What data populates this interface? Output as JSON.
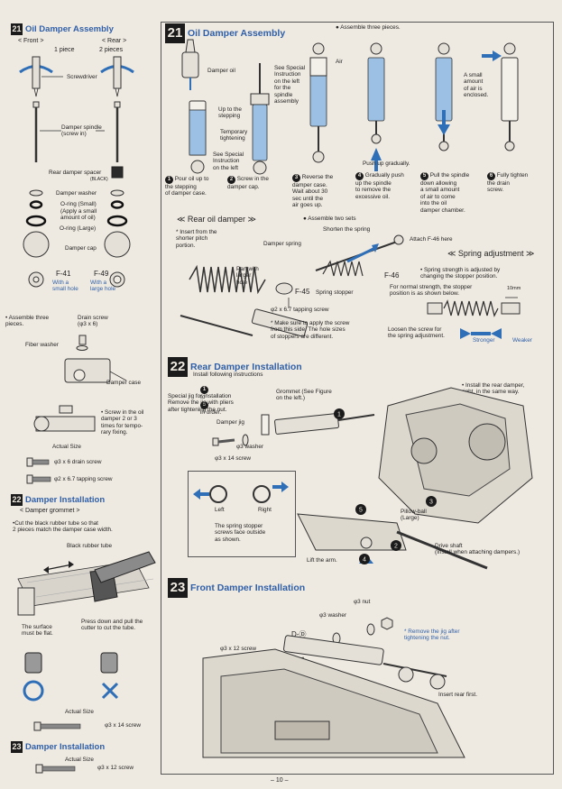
{
  "page_number": "– 10 –",
  "s21a": {
    "num": "21",
    "title": "Oil Damper Assembly",
    "front_label": "< Front >",
    "rear_label": "< Rear >",
    "front_count": "1 piece",
    "rear_count": "2 pieces",
    "screwdriver": "Screwdriver",
    "spindle": "Damper spindle\n(screw in)",
    "spacer": "Rear damper spacer",
    "spacer_note": "(BLACK)",
    "washer": "Damper washer",
    "oring_small": "O-ring (Small)",
    "apply_oil": "(Apply a small\namount of oil)",
    "oring_large": "O-ring (Large)",
    "cap": "Damper cap",
    "f41": "F-41",
    "f41_note": "With a\nsmall hole",
    "f49": "F-49",
    "f49_note": "With a\nlarge hole",
    "assemble_three": "• Assemble three\n  pieces.",
    "drain_screw": "Drain screw\n(φ3 x 6)",
    "fiber_washer": "Fiber washer",
    "damper_case": "Damper case",
    "screw_note": "• Screw in the oil\n  damper 2 or 3\n  times for tempo-\n  rary fixing.",
    "actual_size": "Actual Size",
    "screw1": "φ3 x 6 drain screw",
    "screw2": "φ2 x 6.7 tapping screw"
  },
  "s22a": {
    "num": "22",
    "title": "Damper Installation",
    "subtitle": "< Damper grommet >",
    "note": "•Cut the black rubber tube so that\n  2 pieces match the damper case width.",
    "tube": "Black rubber tube",
    "surface": "The surface\nmust be flat.",
    "press": "Press down and pull the\ncutter to cut the tube.",
    "actual_size": "Actual Size",
    "screw": "φ3 x 14 screw"
  },
  "s23a": {
    "num": "23",
    "title": "Damper Installation",
    "actual_size": "Actual Size",
    "screw": "φ3 x 12 screw"
  },
  "s21": {
    "num": "21",
    "title": "Oil Damper Assembly",
    "assemble": "● Assemble three pieces.",
    "damper_oil": "Damper oil",
    "special1": "See Special\nInstruction\non the left\nfor the\nspindle\nassembly",
    "up_to": "Up to the\nstepping",
    "temp": "Temporary\ntightening",
    "special2": "See Special\nInstruction\non the left",
    "air": "Air",
    "push_up": "Push up gradually.",
    "small_air": "A small\namount\nof air is\nenclosed.",
    "step1": "Pour oil up to\nthe stepping\nof damper case.",
    "step2": "Screw in the\ndamper cap.",
    "step3": "Reverse the\ndamper case.\nWait about 30\nsec until the\nair goes up.",
    "step4": "Gradually push\nup the spindle\nto remove the\nexcessive oil.",
    "step5": "Pull the spindle\ndown allowing\na small amount\nof air to come\ninto the oil\ndamper chamber.",
    "step6": "Fully tighten\nthe drain\nscrew.",
    "rear_title": "≪ Rear oil damper ≫",
    "rear_assemble": "● Assemble two sets",
    "insert": "* Insert from the\n  shorter pitch\n  portion.",
    "spring": "Damper spring",
    "part_hole": "Part with\nlarger\nhole",
    "f45": "F-45",
    "stopper": "Spring stopper",
    "tapping": "φ2 x 6.7 tapping screw",
    "make_sure": "* Make sure to apply the screw\n  from this side. The hole sizes\n  of stoppers are different.",
    "shorten": "Shorten the spring",
    "attach": "Attach F-46 here",
    "spring_adj": "≪ Spring adjustment ≫",
    "f46": "F-46",
    "strength": "• Spring strength is adjusted by\n  changing the stopper position.",
    "normal": "For normal strength, the stopper\nposition is as shown below.",
    "mm": "10mm",
    "loosen": "Loosen the screw for\nthe spring adjustment.",
    "stronger": "Stronger",
    "weaker": "Weaker"
  },
  "s22": {
    "num": "22",
    "title": "Rear Damper Installation",
    "follow": "Install following instructions",
    "from": "1",
    "to_word": "to",
    "to": "5",
    "order": "in order.",
    "jig_note": "Special jig for installation\nRemove the jig with pliers\nafter tightening the nut.",
    "grommet": "Grommet (See Figure\non the left.)",
    "damper_jig": "Damper jig",
    "washer": "φ3 washer",
    "screw": "φ3 x 14 screw",
    "left": "Left",
    "right": "Right",
    "stopper_note": "The spring stopper\nscrews face outside\nas shown.",
    "install_rear": "• Install the rear damper,\n  right, in the same way.",
    "pillow": "Pillow-ball\n(Large)",
    "drive_shaft": "Drive shaft\n(Install when attaching dampers.)",
    "lift": "Lift the arm.",
    "c1": "1",
    "c2": "2",
    "c3": "3",
    "c4": "4",
    "c5": "5"
  },
  "s23": {
    "num": "23",
    "title": "Front Damper Installation",
    "nut": "φ3 nut",
    "washer": "φ3 washer",
    "dd": "D-Ⓓ",
    "remove_jig": "* Remove the jig after\n  tightening the nut.",
    "screw": "φ3 x 12 screw",
    "insert_rear": "Insert rear first."
  },
  "colors": {
    "accent": "#2f5fa8",
    "oil": "#9cc0e3",
    "paper": "#efeae1"
  }
}
